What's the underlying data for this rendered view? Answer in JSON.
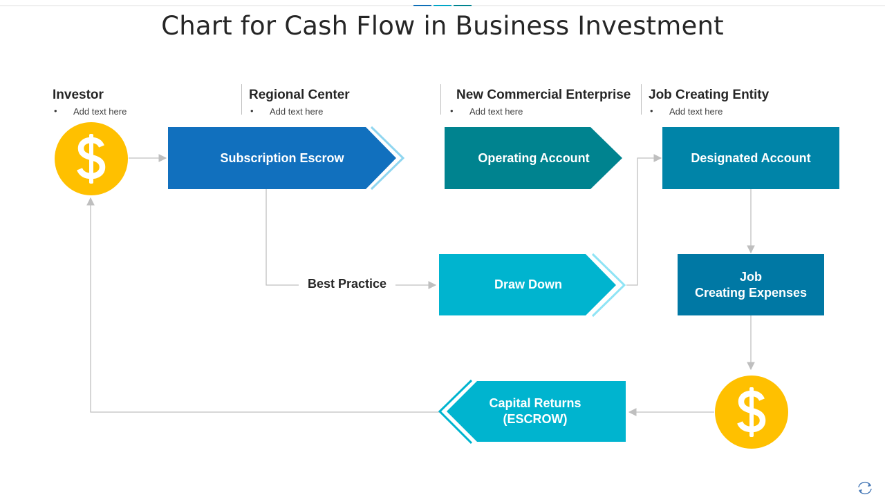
{
  "title": "Chart for Cash Flow in Business Investment",
  "colors": {
    "coin": "#FFC000",
    "subscription": "#1170BE",
    "operating": "#00838F",
    "designated": "#0084A8",
    "draw_down": "#00B4CF",
    "job_expenses": "#0078A4",
    "capital_returns": "#00B4CF",
    "connector": "#BFBFBF",
    "accent_light": "#8FD6F0"
  },
  "columns": [
    {
      "heading": "Investor",
      "bullet": "Add text here"
    },
    {
      "heading": "Regional Center",
      "bullet": "Add text here"
    },
    {
      "heading": "New Commercial Enterprise",
      "bullet": "Add text here"
    },
    {
      "heading": "Job Creating Entity",
      "bullet": "Add text here"
    }
  ],
  "nodes": {
    "subscription_escrow": "Subscription Escrow",
    "operating_account": "Operating Account",
    "designated_account": "Designated Account",
    "draw_down": "Draw Down",
    "job_creating_expenses": "Job\nCreating Expenses",
    "capital_returns": "Capital Returns\n(ESCROW)",
    "best_practice": "Best Practice"
  },
  "icons": {
    "investor_coin": "dollar-coin-icon",
    "returns_coin": "dollar-coin-icon",
    "corner": "refresh-icon"
  }
}
